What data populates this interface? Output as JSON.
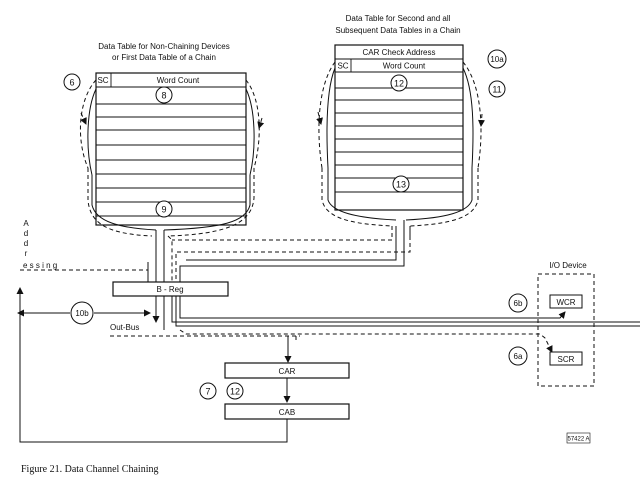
{
  "table1": {
    "title_line1": "Data Table for Non-Chaining Devices",
    "title_line2": "or First Data Table of a Chain",
    "sc": "SC",
    "word_count": "Word Count",
    "marker_8": "8",
    "marker_9": "9"
  },
  "table2": {
    "title_line1": "Data Table for Second and all",
    "title_line2": "Subsequent Data Tables in a Chain",
    "car_check": "CAR Check Address",
    "sc": "SC",
    "word_count": "Word Count",
    "marker_12": "12",
    "marker_13": "13"
  },
  "markers": {
    "m6": "6",
    "m10a": "10a",
    "m11": "11",
    "m10b": "10b",
    "m6b": "6b",
    "m6a": "6a",
    "m7": "7",
    "m12": "12"
  },
  "addressing": [
    "A",
    "d",
    "d",
    "r",
    "e s s i n g"
  ],
  "registers": {
    "b_reg": "B - Reg",
    "out_bus": "Out-Bus",
    "car": "CAR",
    "cab": "CAB"
  },
  "io": {
    "title": "I/O Device",
    "wcr": "WCR",
    "scr": "SCR"
  },
  "figure_id": "57422 A",
  "caption": "Figure 21.  Data Channel Chaining"
}
